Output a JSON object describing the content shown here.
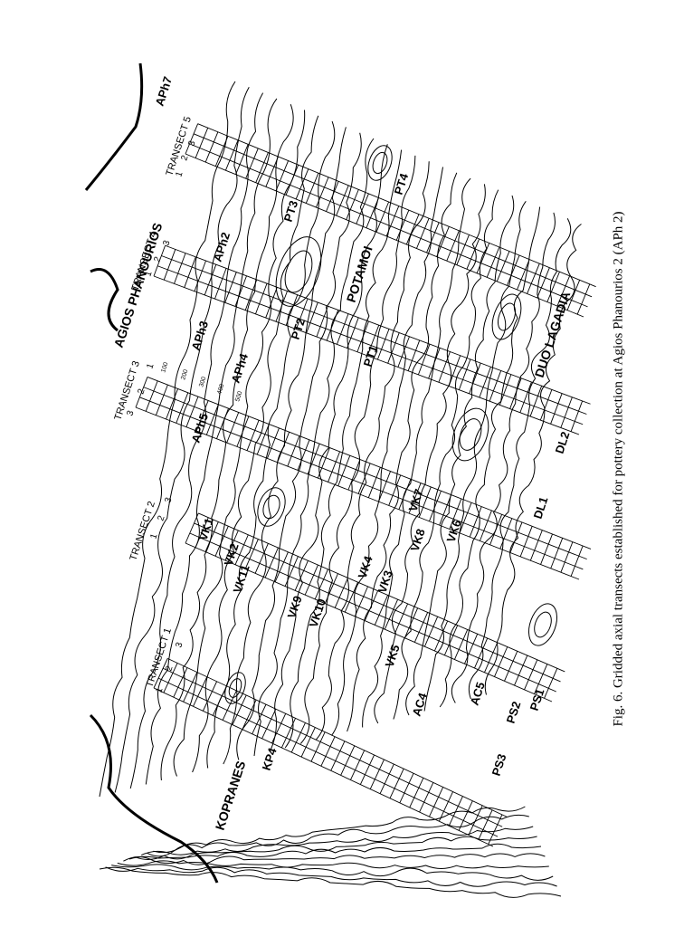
{
  "caption": "Fig. 6. Gridded axial transects established for pottery collection at Agios Phanourios 2 (APh 2)",
  "place_names": [
    "AGIOS PHANOURIOS",
    "POTAMOI",
    "KOPRANES",
    "DUO LAGADIA"
  ],
  "transects": [
    {
      "label": "TRANSECT 1",
      "strip_numbers": [
        "1",
        "2",
        "3"
      ]
    },
    {
      "label": "TRANSECT 2",
      "strip_numbers": [
        "1",
        "2",
        "3"
      ]
    },
    {
      "label": "TRANSECT 3",
      "strip_numbers": [
        "3",
        "2",
        "1"
      ]
    },
    {
      "label": "TRANSECT 4",
      "strip_numbers": [
        "1",
        "2",
        "3"
      ]
    },
    {
      "label": "TRANSECT 5",
      "strip_numbers": [
        "1",
        "2",
        "3"
      ]
    }
  ],
  "sites": [
    "APh7",
    "PT3",
    "PT4",
    "APh2",
    "PT2",
    "APh3",
    "PT1",
    "APh4",
    "APh5",
    "DL2",
    "VK1",
    "VK2",
    "VK7",
    "VK6",
    "DL1",
    "VK11",
    "VK8",
    "VK4",
    "VK3",
    "VK9",
    "VK10",
    "VK5",
    "KP4",
    "AC4",
    "AC5",
    "PS2",
    "PS1",
    "PS3"
  ],
  "distance_marks": [
    "100",
    "200",
    "300",
    "400",
    "500"
  ]
}
